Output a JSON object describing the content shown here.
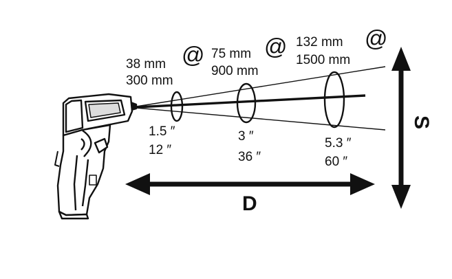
{
  "spots": [
    {
      "spot_mm": "38 mm",
      "at": "@",
      "dist_mm": "300 mm",
      "spot_in": "1.5 ″",
      "dist_in": "12 ″"
    },
    {
      "spot_mm": "75 mm",
      "at": "@",
      "dist_mm": "900 mm",
      "spot_in": "3 ″",
      "dist_in": "36 ″"
    },
    {
      "spot_mm": "132 mm",
      "at": "@",
      "dist_mm": "1500 mm",
      "spot_in": "5.3 ″",
      "dist_in": "60 ″"
    }
  ],
  "distance_label": "D",
  "spot_size_label": "S",
  "icons": [
    "infrared-thermometer-icon",
    "measurement-cone-icon",
    "spot-ellipse-icon",
    "distance-arrow-icon",
    "spot-size-arrow-icon"
  ],
  "colors": {
    "line": "#111111",
    "background": "#ffffff"
  }
}
